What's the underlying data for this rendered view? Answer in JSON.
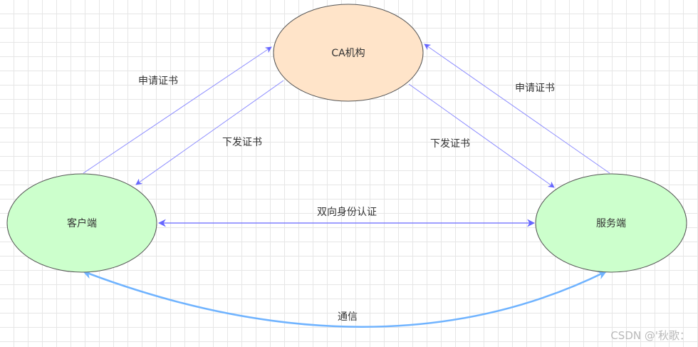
{
  "nodes": {
    "ca": {
      "label": "CA机构",
      "fill": "#ffe4c9"
    },
    "client": {
      "label": "客户端",
      "fill": "#ccffcc"
    },
    "server": {
      "label": "服务端",
      "fill": "#ccffcc"
    }
  },
  "edges": {
    "client_request": "申请证书",
    "client_issue": "下发证书",
    "server_issue": "下发证书",
    "server_request": "申请证书",
    "mutual_auth": "双向身份认证",
    "communication": "通信"
  },
  "colors": {
    "cert_arrow": "#8c8cff",
    "auth_arrow": "#6666ff",
    "comm_curve": "#6fb3ff",
    "node_stroke": "#555555"
  },
  "watermark": "CSDN @'秋歌："
}
